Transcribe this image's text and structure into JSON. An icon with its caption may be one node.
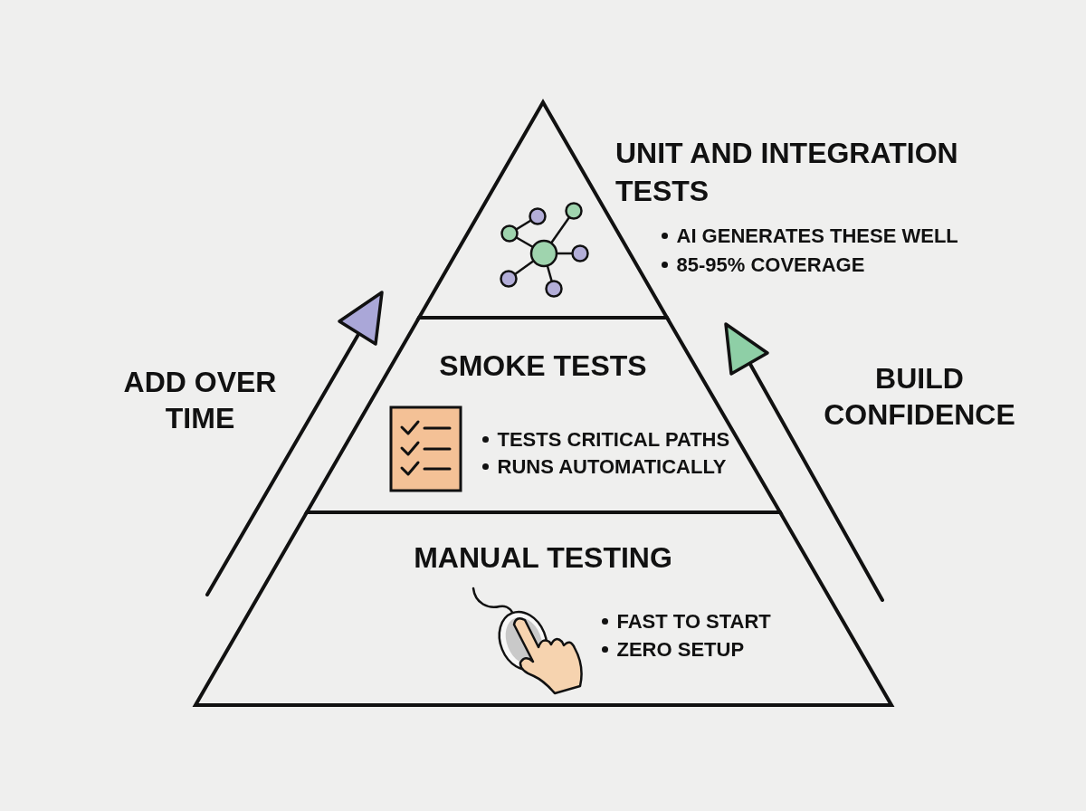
{
  "diagram": {
    "nodes": [
      {
        "text": [
          "UNIT AND INTEGRATION TESTS",
          "AI GENERATES THESE WELL",
          "85-95% COVERAGE"
        ]
      },
      {
        "text": [
          "SMOKE TESTS",
          "TESTS CRITICAL PATHS",
          "RUNS AUTOMATICALLY"
        ]
      },
      {
        "text": [
          "MANUAL TESTING",
          "FAST TO START",
          "ZERO SETUP"
        ]
      }
    ],
    "labels": [
      "ADD OVER TIME",
      "BUILD CONFIDENCE"
    ]
  }
}
